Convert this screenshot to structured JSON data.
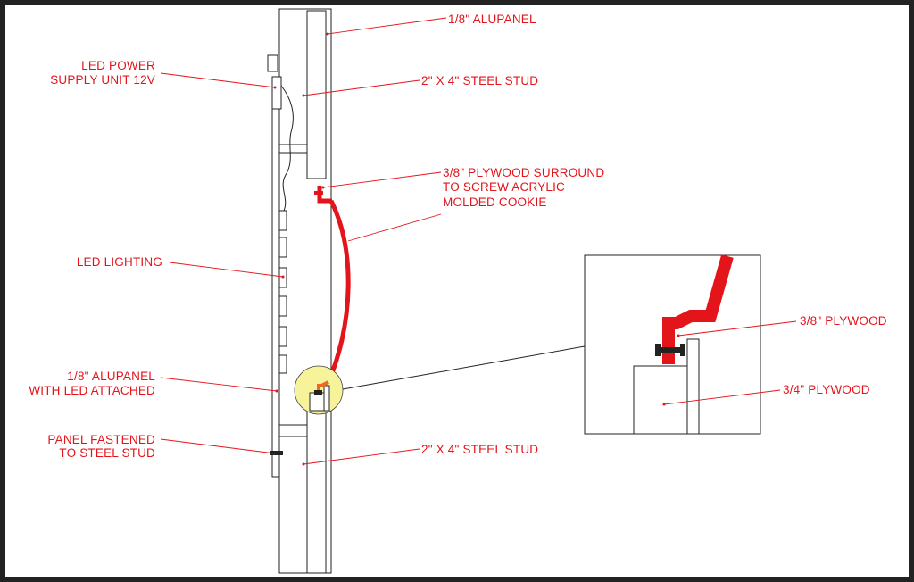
{
  "labels": {
    "alupanel_top": "1/8\" ALUPANEL",
    "stud_top": "2\" X 4\" STEEL STUD",
    "power_line1": "LED POWER",
    "power_line2": "SUPPLY UNIT 12V",
    "plywood_surround_line1": "3/8\" PLYWOOD SURROUND",
    "plywood_surround_line2": "TO SCREW ACRYLIC",
    "plywood_surround_line3": "MOLDED COOKIE",
    "led_lighting": "LED LIGHTING",
    "alupanel_led_line1": "1/8\" ALUPANEL",
    "alupanel_led_line2": "WITH LED ATTACHED",
    "fastened_line1": "PANEL FASTENED",
    "fastened_line2": "TO STEEL STUD",
    "stud_bottom": "2\" X 4\" STEEL STUD",
    "detail_plywood_38": "3/8\" PLYWOOD",
    "detail_plywood_34": "3/4\" PLYWOOD"
  },
  "colors": {
    "background": "#ffffff",
    "frame": "#222222",
    "annotation_red": "#e4141b",
    "acrylic_red": "#e4141b",
    "orange_detail": "#ef6a1f",
    "highlight_yellow": "#f6f39a",
    "outline": "#222222"
  }
}
